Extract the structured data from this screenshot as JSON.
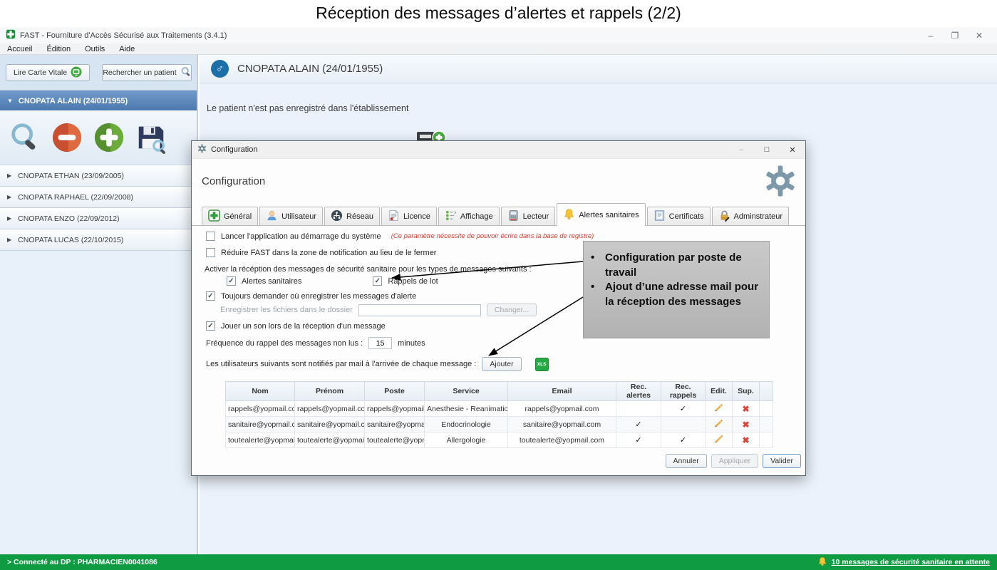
{
  "page_title": "Réception des messages d’alertes et rappels (2/2)",
  "app": {
    "window_title": "FAST - Fourniture d'Accès Sécurisé aux Traitements (3.4.1)",
    "menu": [
      "Accueil",
      "Édition",
      "Outils",
      "Aide"
    ],
    "window_controls": {
      "minimize": "–",
      "restore": "❐",
      "close": "✕"
    }
  },
  "sidebar": {
    "read_card_button": "Lire Carte Vitale",
    "search_patient_button": "Rechercher un patient",
    "selected_patient": "CNOPATA ALAIN (24/01/1955)",
    "patients": [
      "CNOPATA ETHAN (23/09/2005)",
      "CNOPATA RAPHAEL (22/09/2008)",
      "CNOPATA ENZO (22/09/2012)",
      "CNOPATA LUCAS (22/10/2015)"
    ]
  },
  "main": {
    "patient_header": "CNOPATA ALAIN (24/01/1955)",
    "not_registered_message": "Le patient n'est pas enregistré dans l'établissement"
  },
  "dialog": {
    "title": "Configuration",
    "heading": "Configuration",
    "window_controls": {
      "minimize": "–",
      "maximize": "□",
      "close": "✕"
    },
    "tabs": [
      {
        "label": "Général",
        "icon": "cross-icon"
      },
      {
        "label": "Utilisateur",
        "icon": "user-icon"
      },
      {
        "label": "Réseau",
        "icon": "network-icon"
      },
      {
        "label": "Licence",
        "icon": "licence-icon"
      },
      {
        "label": "Affichage",
        "icon": "display-icon"
      },
      {
        "label": "Lecteur",
        "icon": "card-reader-icon"
      },
      {
        "label": "Alertes sanitaires",
        "icon": "bell-icon",
        "active": true
      },
      {
        "label": "Certificats",
        "icon": "certificate-icon"
      },
      {
        "label": "Adminstrateur",
        "icon": "lock-icon"
      }
    ],
    "options": {
      "launch_label": "Lancer l'application au démarrage du système",
      "launch_note": "(Ce paramètre nécessite de pouvoir écrire dans la base de registre)",
      "minimize_label": "Réduire FAST dans la zone de notification au lieu de le fermer",
      "activate_label": "Activer la récéption des messages de sécurité sanitaire pour les types de messages suivants :",
      "alertes_label": "Alertes sanitaires",
      "rappels_label": "Rappels de lot",
      "always_ask_label": "Toujours demander où enregistrer les messages d'alerte",
      "folder_label": "Enregistrer les fichiers dans le dossier",
      "folder_value": "",
      "change_button": "Changer...",
      "sound_label": "Jouer un son lors de la réception d'un message",
      "frequency_label": "Fréquence du rappel des messages non lus :",
      "frequency_value": "15",
      "frequency_unit": "minutes",
      "notify_label": "Les utilisateurs suivants sont notifiés par mail à l'arrivée de chaque message :",
      "add_button": "Ajouter",
      "xls_label": "XLS"
    },
    "table": {
      "headers": [
        "Nom",
        "Prénom",
        "Poste",
        "Service",
        "Email",
        "Rec. alertes",
        "Rec. rappels",
        "Edit.",
        "Sup."
      ],
      "rows": [
        {
          "nom": "rappels@yopmail.com",
          "prenom": "rappels@yopmail.com",
          "poste": "rappels@yopmail....",
          "service": "Anesthesie - Reanimation",
          "email": "rappels@yopmail.com",
          "rec_alertes": "",
          "rec_rappels": "✓"
        },
        {
          "nom": "sanitaire@yopmail.com",
          "prenom": "sanitaire@yopmail.com",
          "poste": "sanitaire@yopmail...",
          "service": "Endocrinologie",
          "email": "sanitaire@yopmail.com",
          "rec_alertes": "✓",
          "rec_rappels": ""
        },
        {
          "nom": "toutealerte@yopmail....",
          "prenom": "toutealerte@yopmail....",
          "poste": "toutealerte@yopm...",
          "service": "Allergologie",
          "email": "toutealerte@yopmail.com",
          "rec_alertes": "✓",
          "rec_rappels": "✓"
        }
      ]
    },
    "footer": {
      "cancel": "Annuler",
      "apply": "Appliquer",
      "validate": "Valider"
    }
  },
  "annotation": {
    "bullets": [
      "Configuration par poste de travail",
      "Ajout d’une adresse mail pour la réception des messages"
    ]
  },
  "statusbar": {
    "left": "> Connecté au DP : PHARMACIEN0041086",
    "right": "10 messages de sécurité sanitaire en attente"
  },
  "icons": {
    "check": "✓",
    "delete": "✖",
    "triangle_down": "▼",
    "triangle_right": "▶",
    "male": "♂",
    "bullet": "•"
  },
  "colors": {
    "status_green": "#0f9b41",
    "selected_blue": "#4b78ae",
    "note_red": "#d43a2a",
    "xls_green": "#28a745",
    "gear_grey": "#7d98a9",
    "bell_yellow": "#f6c437",
    "delete_red": "#d9453a"
  }
}
